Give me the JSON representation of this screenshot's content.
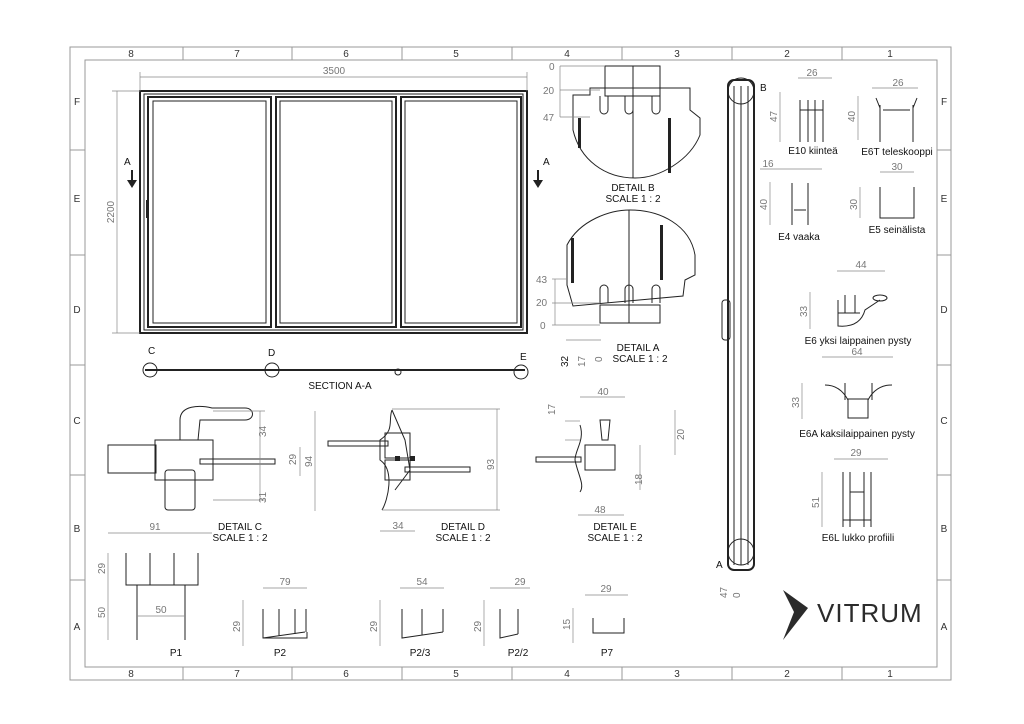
{
  "grid": {
    "columns": [
      "8",
      "7",
      "6",
      "5",
      "4",
      "3",
      "2",
      "1"
    ],
    "rows": [
      "F",
      "E",
      "D",
      "C",
      "B",
      "A"
    ]
  },
  "elevation": {
    "width": "3500",
    "height": "2200",
    "section_mark": "A",
    "section_title": "SECTION A-A",
    "points": [
      "C",
      "D",
      "E"
    ]
  },
  "details": {
    "b": {
      "title": "DETAIL B",
      "scale": "SCALE 1 : 2",
      "dims": [
        "0",
        "20",
        "47"
      ]
    },
    "a": {
      "title": "DETAIL A",
      "scale": "SCALE 1 : 2",
      "dims": [
        "43",
        "20",
        "0"
      ],
      "hdims": [
        "32",
        "17",
        "0"
      ]
    },
    "c": {
      "title": "DETAIL C",
      "scale": "SCALE 1 : 2",
      "dims": [
        "34",
        "29",
        "94",
        "31",
        "91"
      ]
    },
    "d": {
      "title": "DETAIL D",
      "scale": "SCALE 1 : 2",
      "dims": [
        "93",
        "34"
      ]
    },
    "e": {
      "title": "DETAIL E",
      "scale": "SCALE 1 : 2",
      "dims": [
        "17",
        "40",
        "20",
        "18",
        "48"
      ]
    }
  },
  "vertical_section": {
    "top_label": "B",
    "bottom_label": "A",
    "dims": [
      "47",
      "0"
    ]
  },
  "profiles_right": [
    {
      "name": "E10 kiinteä",
      "w": "26",
      "h": "47"
    },
    {
      "name": "E6T teleskooppi",
      "w": "26",
      "h": "40"
    },
    {
      "name": "E4 vaaka",
      "w": "16",
      "h": "40"
    },
    {
      "name": "E5 seinälista",
      "w": "30",
      "h": "30"
    },
    {
      "name": "E6 yksi laippainen pysty",
      "w": "44",
      "h": "33"
    },
    {
      "name": "E6A kaksilaippainen pysty",
      "w": "64",
      "h": "33"
    },
    {
      "name": "E6L lukko profiili",
      "w": "29",
      "h": "51"
    }
  ],
  "profiles_bottom": [
    {
      "name": "P1",
      "h1": "29",
      "h2": "50",
      "w": "50"
    },
    {
      "name": "P2",
      "w": "79",
      "h": "29"
    },
    {
      "name": "P2/3",
      "w": "54",
      "h": "29"
    },
    {
      "name": "P2/2",
      "w": "29",
      "h": "29"
    },
    {
      "name": "P7",
      "w": "29",
      "h": "15"
    }
  ],
  "logo": {
    "text": "VITRUM",
    "color": "#2b2b2b"
  }
}
